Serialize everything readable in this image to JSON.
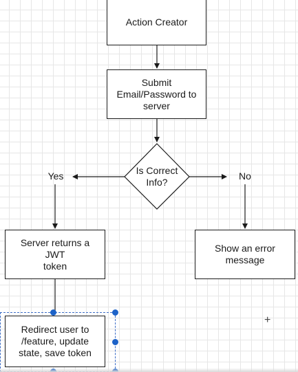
{
  "diagram": {
    "nodes": {
      "action_creator": "Action Creator",
      "submit": "Submit\nEmail/Password to\nserver",
      "decision": "Is Correct\nInfo?",
      "server_returns": "Server returns a JWT\ntoken",
      "show_error": "Show an error\nmessage",
      "redirect": "Redirect user to\n/feature, update\nstate, save token"
    },
    "edge_labels": {
      "yes": "Yes",
      "no": "No"
    }
  },
  "canvas": {
    "plus_cursor": "+"
  },
  "colors": {
    "stroke": "#1a1a1a",
    "selection": "#1c62c8",
    "grid": "#e6e6e6"
  }
}
